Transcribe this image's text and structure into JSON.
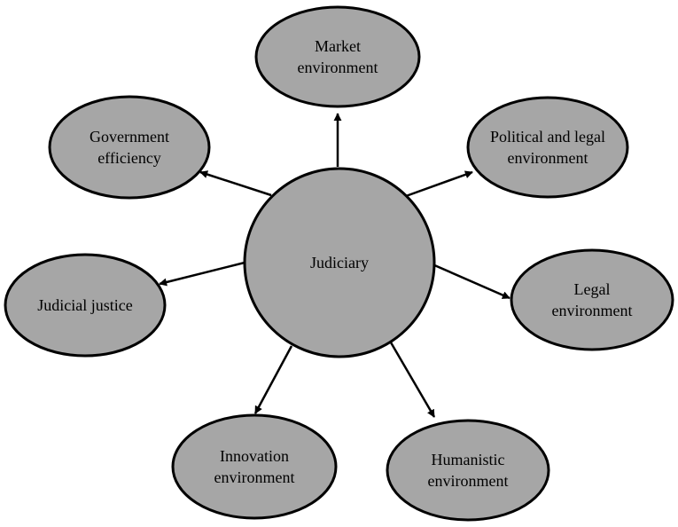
{
  "diagram": {
    "center": {
      "label": "Judiciary"
    },
    "nodes": [
      {
        "id": "market",
        "lines": [
          "Market",
          "environment"
        ]
      },
      {
        "id": "political",
        "lines": [
          "Political and legal",
          "environment"
        ]
      },
      {
        "id": "legal",
        "lines": [
          "Legal",
          "environment"
        ]
      },
      {
        "id": "humanistic",
        "lines": [
          "Humanistic",
          "environment"
        ]
      },
      {
        "id": "innovation",
        "lines": [
          "Innovation",
          "environment"
        ]
      },
      {
        "id": "judicial",
        "lines": [
          "Judicial justice"
        ]
      },
      {
        "id": "government",
        "lines": [
          "Government",
          "efficiency"
        ]
      }
    ]
  }
}
